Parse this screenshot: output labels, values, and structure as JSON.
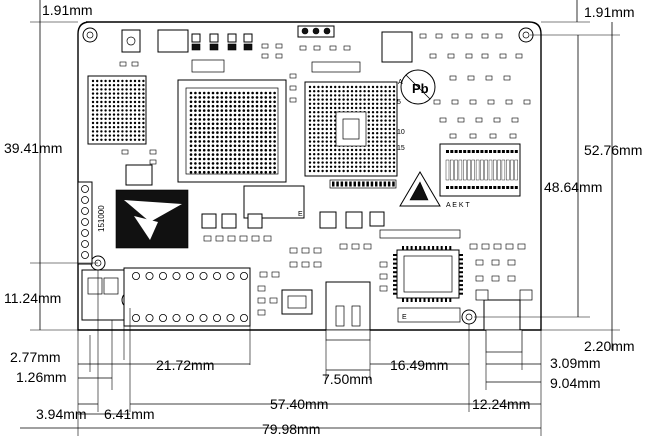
{
  "dimensions": {
    "top_left": "1.91mm",
    "top_right": "1.91mm",
    "left_height": "39.41mm",
    "right_height": "52.76mm",
    "right_inner_height": "48.64mm",
    "left_lower_height": "11.24mm",
    "right_bottom_offset": "2.20mm",
    "h_2_77": "2.77mm",
    "h_1_26": "1.26mm",
    "h_21_72": "21.72mm",
    "h_16_49": "16.49mm",
    "h_3_09": "3.09mm",
    "h_7_50": "7.50mm",
    "h_9_04": "9.04mm",
    "h_3_94": "3.94mm",
    "h_6_41": "6.41mm",
    "h_57_40": "57.40mm",
    "h_12_24": "12.24mm",
    "total_width": "79.98mm"
  },
  "silkscreen": {
    "part_number": "151000",
    "pb_mark": "Pb",
    "header_e": "E",
    "pin_row": "A  E  K  T",
    "pin_a": "A",
    "n5": "5",
    "n10": "10",
    "n15": "15"
  },
  "colors": {
    "ink": "#000000",
    "paper": "#ffffff"
  }
}
